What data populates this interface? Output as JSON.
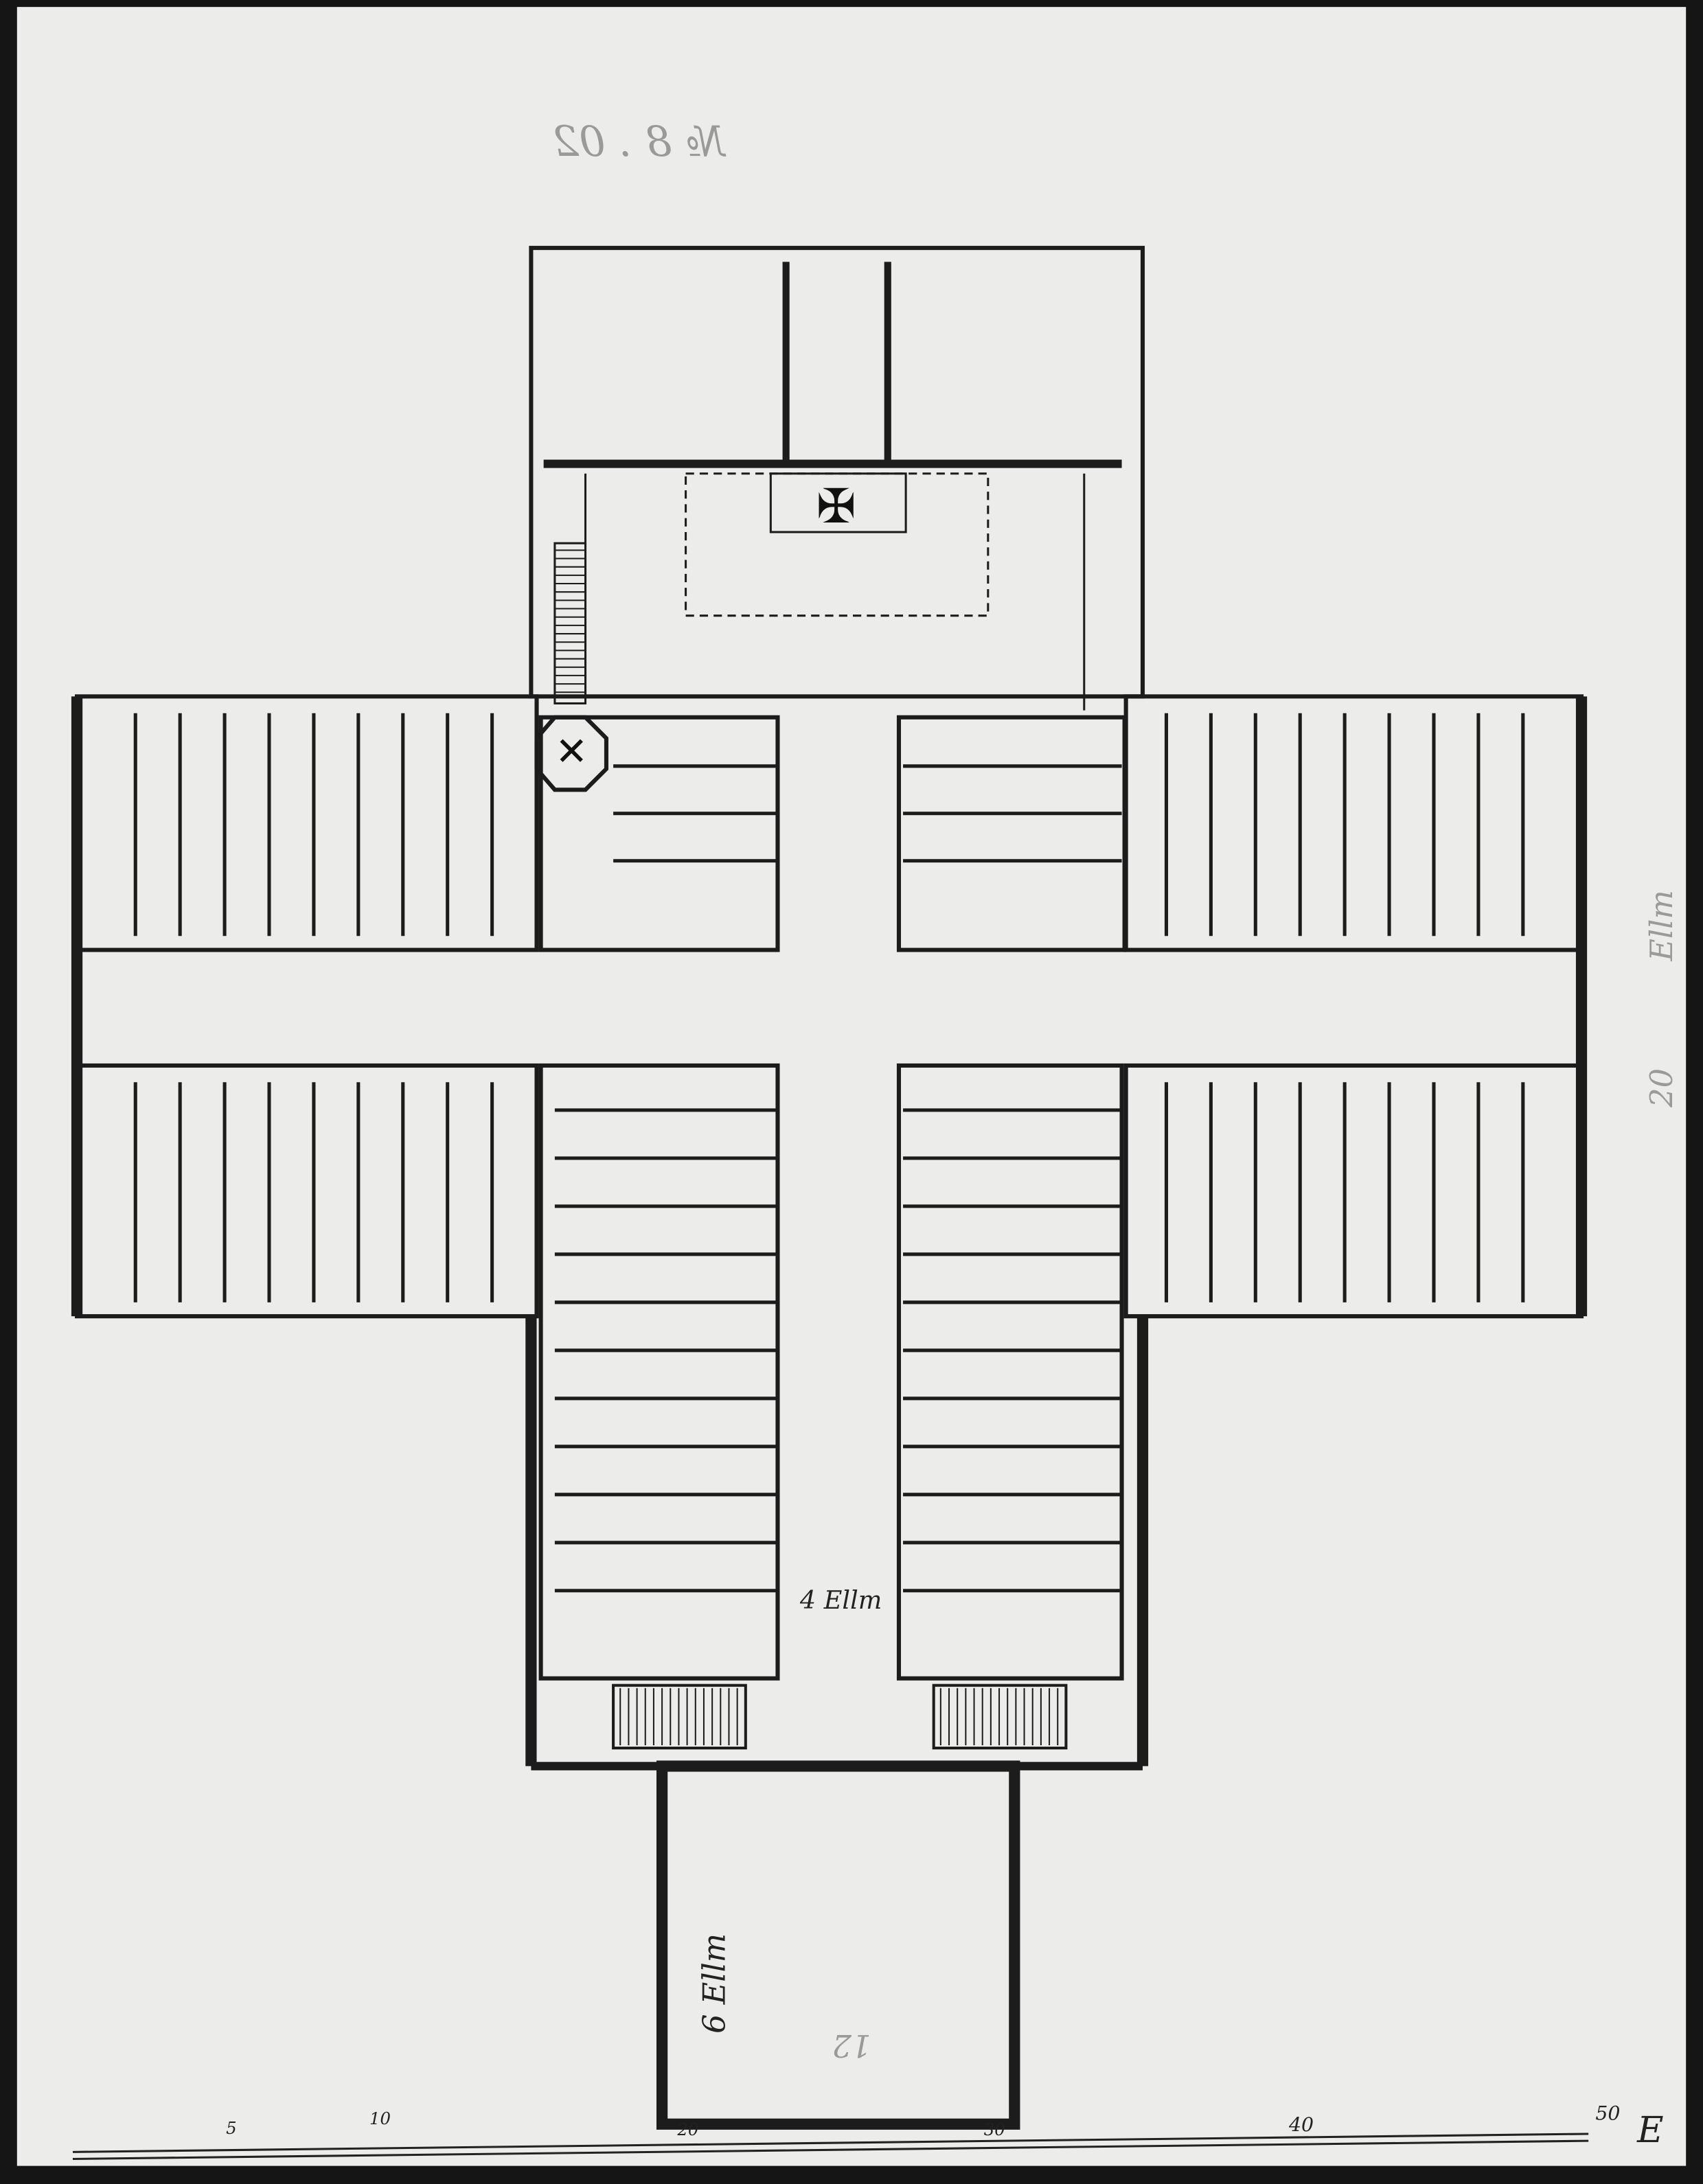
{
  "drawing": {
    "title_mirrored": "№ 8 . 02",
    "nave_width_label": "4 Ellm",
    "porch_width_label": "6 Ellm",
    "porch_depth_label": "12",
    "arm_label": "Ellm",
    "arm_width_label": "20",
    "scale_bar": {
      "ticks": [
        "5",
        "10",
        "20",
        "30",
        "40",
        "50"
      ],
      "unit": "E"
    }
  },
  "colors": {
    "paper": "#ececea",
    "ink": "#1c1c1c",
    "frame": "#151515"
  }
}
